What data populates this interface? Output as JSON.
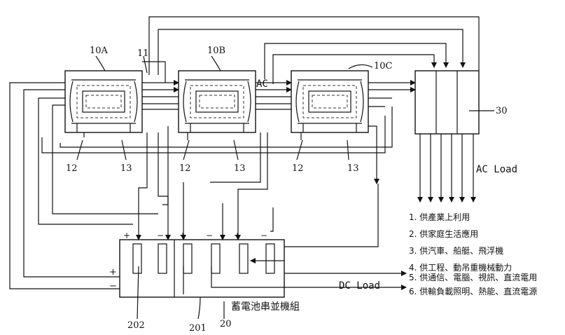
{
  "units": {
    "unit_a": "10A",
    "unit_b": "10B",
    "unit_c": "10C",
    "link_11": "11",
    "ac_mid": "AC",
    "part_12": "12",
    "part_13": "13",
    "distributor": "30"
  },
  "battery": {
    "group_label": "蓄電池串並機組",
    "ref_20": "20",
    "ref_201": "201",
    "ref_202": "202",
    "plus": "+",
    "minus": "−",
    "plus_main": "+",
    "minus_main": "−"
  },
  "loads": {
    "ac_load": "AC Load",
    "dc_load": "DC Load",
    "items": [
      "1. 供產業上利用",
      "2. 供家庭生活應用",
      "3. 供汽車、船艇、飛浮機",
      "4. 供工程、動吊重機械動力",
      "5. 供通信、電腦、視訊、直流電用",
      "6. 供輸負載照明、熱能、直流電源"
    ]
  }
}
